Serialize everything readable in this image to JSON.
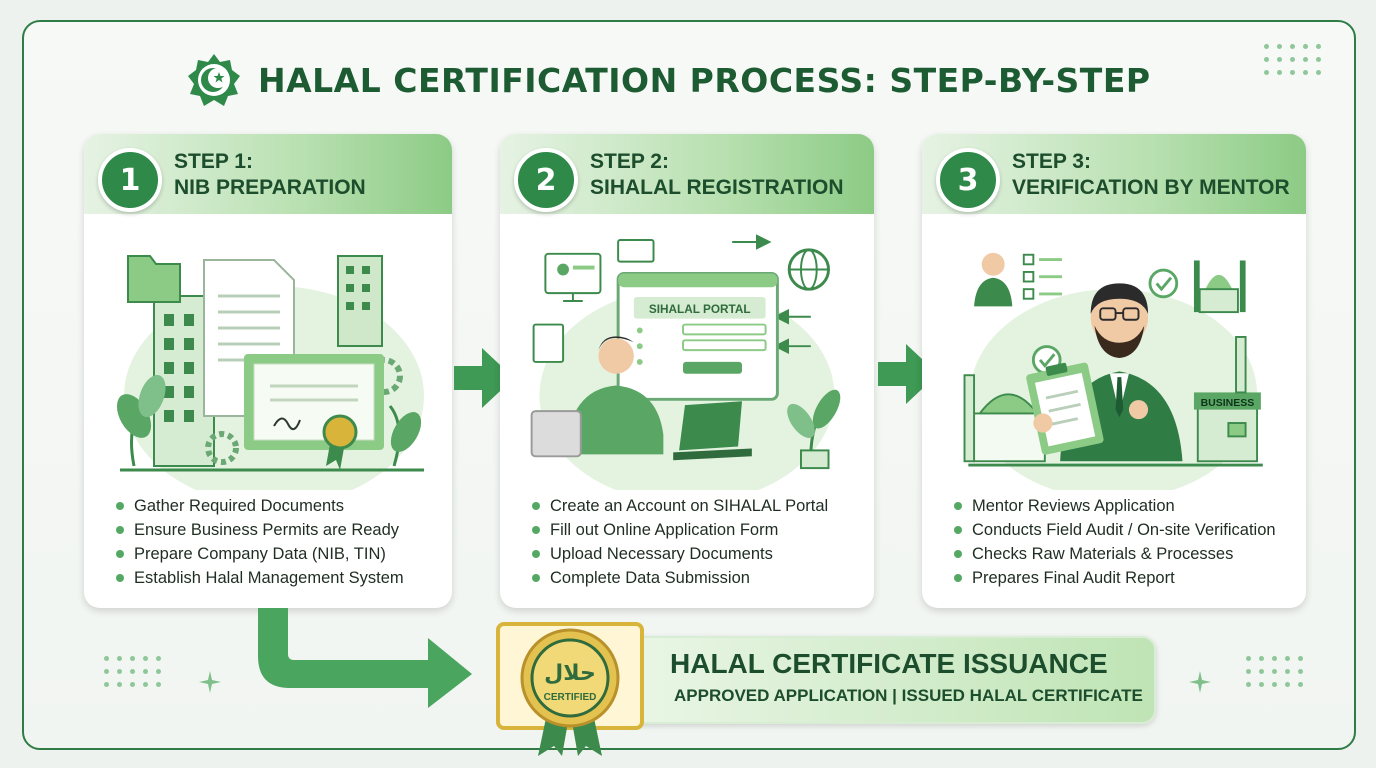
{
  "title": "HALAL CERTIFICATION PROCESS: STEP-BY-STEP",
  "colors": {
    "primary": "#2f8a4a",
    "dark": "#1c4d2c",
    "accent_light": "#b8e0b0",
    "gold": "#d9b43a"
  },
  "steps": [
    {
      "number": "1",
      "line1": "STEP 1:",
      "line2": "NIB PREPARATION",
      "illustration": "documents-buildings-certificate",
      "bullets": [
        "Gather Required Documents",
        "Ensure Business Permits are Ready",
        "Prepare Company Data (NIB, TIN)",
        "Establish Halal Management System"
      ]
    },
    {
      "number": "2",
      "line1": "STEP 2:",
      "line2": "SIHALAL REGISTRATION",
      "illustration": "person-at-laptop-portal",
      "portal_label": "SIHALAL PORTAL",
      "bullets": [
        "Create an Account on SIHALAL Portal",
        "Fill out Online Application Form",
        "Upload Necessary Documents",
        "Complete Data Submission"
      ]
    },
    {
      "number": "3",
      "line1": "STEP 3:",
      "line2": "VERIFICATION BY MENTOR",
      "illustration": "mentor-with-clipboard-mosque",
      "business_label": "BUSINESS",
      "bullets": [
        "Mentor Reviews Application",
        "Conducts Field Audit / On-site Verification",
        "Checks Raw Materials & Processes",
        "Prepares Final Audit Report"
      ]
    }
  ],
  "final": {
    "title": "HALAL CERTIFICATE ISSUANCE",
    "subtitle": "APPROVED APPLICATION | ISSUED HALAL CERTIFICATE",
    "seal_arabic": "حلال",
    "seal_label": "CERTIFIED"
  }
}
